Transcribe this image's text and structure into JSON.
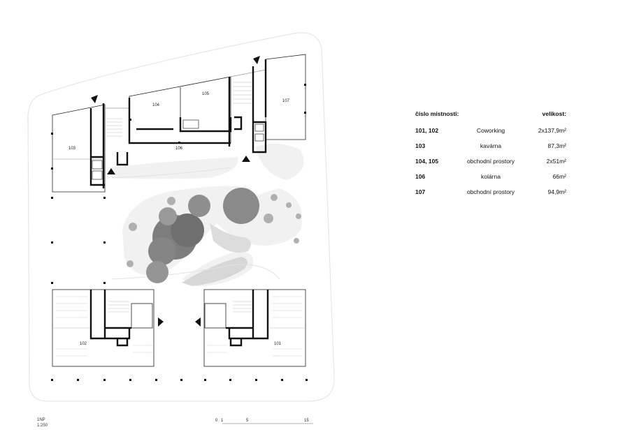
{
  "legend": {
    "header_room": "číslo místnosti:",
    "header_size": "velikost:",
    "rows": [
      {
        "room": "101, 102",
        "use": "Coworking",
        "size": "2x137,9m²"
      },
      {
        "room": "103",
        "use": "kavárna",
        "size": "87,3m²"
      },
      {
        "room": "104, 105",
        "use": "obchodní prostory",
        "size": "2x51m²"
      },
      {
        "room": "106",
        "use": "kolárna",
        "size": "66m²"
      },
      {
        "room": "107",
        "use": "obchodní prostory",
        "size": "94,9m²"
      }
    ]
  },
  "plan": {
    "room_labels": {
      "r101": "101",
      "r102": "102",
      "r103": "103",
      "r104": "104",
      "r105": "105",
      "r106": "106",
      "r107": "107"
    },
    "scale_bar": {
      "labels": [
        "0",
        "1",
        "5",
        "15"
      ]
    }
  },
  "footer": {
    "floor": "1NP",
    "scale": "1:250"
  }
}
